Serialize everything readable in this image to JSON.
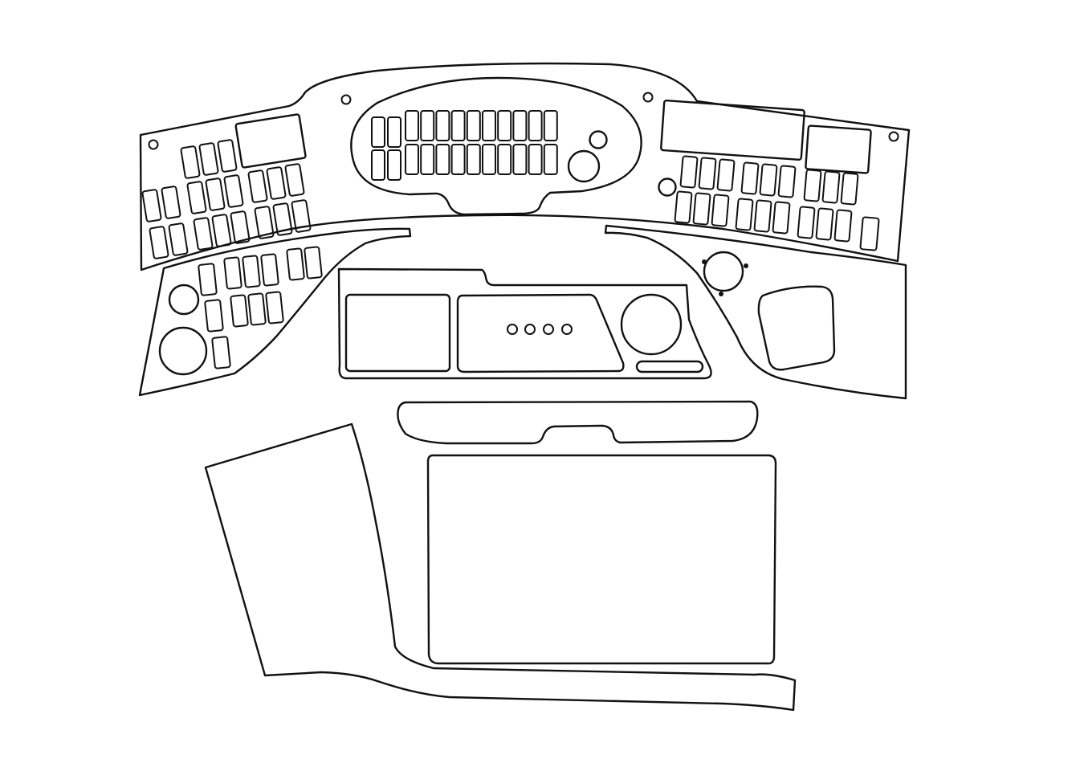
{
  "colors": {
    "background": "#ffffff",
    "outline": "#111111"
  },
  "parts": [
    "upper-left-switch-panel",
    "upper-center-cluster",
    "upper-right-switch-panel",
    "lower-left-panel",
    "instrument-housing",
    "right-side-panel",
    "center-trim-strip",
    "left-side-panel",
    "lower-center-panel"
  ]
}
